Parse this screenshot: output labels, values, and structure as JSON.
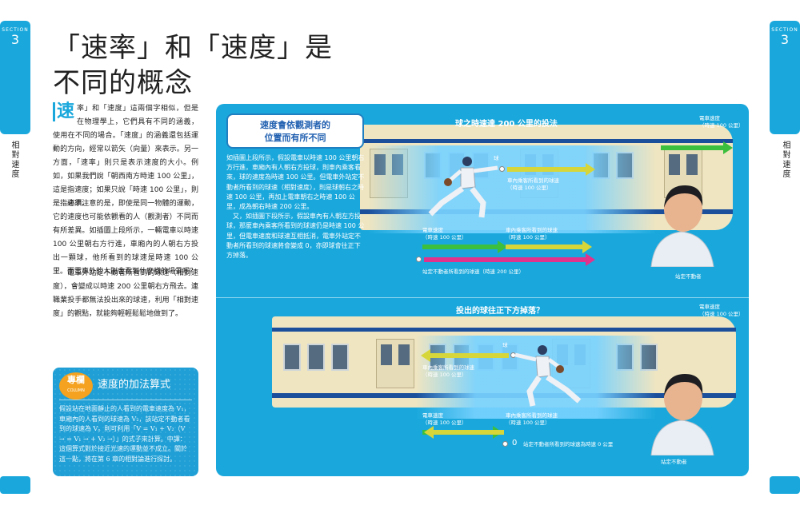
{
  "section": {
    "label": "SECTION",
    "number": "3",
    "side_label": "相對速度"
  },
  "title": {
    "line1": "「速率」和「速度」是",
    "line2": "不同的概念"
  },
  "body": {
    "dropcap": "速",
    "p1": "率」和「速度」這兩個字相似，但是在物理學上，它們具有不同的涵義，使用在不同的場合。「速度」的涵義還包括運動的方向，經常以箭矢（向量）來表示。另一方面，「速率」則只是表示速度的大小。例如，如果我們說「朝西南方時速 100 公里」，這是指速度；如果只說「時速 100 公里」，則是指速率。",
    "p2": "必須注意的是，即使是同一物體的運動，它的速度也可能依觀看的人（觀測者）不同而有所差異。如插圖上段所示，一輛電車以時速 100 公里朝右方行進，車廂內的人朝右方投出一顆球，他所看到的球速是時速 100 公里。而電車外的人則會看到什麼樣的場景呢？",
    "p3": "電車外站定不動者所看到的球速（相對速度），會變成以時速 200 公里朝右方飛去。連職業投手都無法投出來的球速，利用「相對速度」的觀點，就能夠輕輕鬆鬆地做到了。"
  },
  "column": {
    "badge": "專欄",
    "badge_sub": "COLUMN",
    "title": "速度的加法算式",
    "text": "假設站在地面靜止的人看到的電車速度為 V₁，車廂內的人看到的球速為 V₂，該站定不動者看到的球速為 V。則可利用「V = V₁ + V₂（V → = V₁ → + V₂ →）」的式子來計算。中譯：這個算式對於接近光速的運動並不成立。關於這一點，將在第 6 章的相對論進行探討。"
  },
  "figure": {
    "callout": "速度會依觀測者的\n位置而有所不同",
    "desc": "如插圖上段所示，假設電車以時速 100 公里朝右方行進，車廂內有人朝右方投球，則車內乘客看來，球的速度為時速 100 公里。但電車外站定不動者所看到的球速（相對速度），則是球朝右之時速 100 公里，再加上電車朝右之時速 100 公里，成為朝右時速 200 公里。\n　又，如插圖下段所示，假設車內有人朝左方投球，那麼車內乘客所看到的球速仍是時速 100 公里，但電車速度和球速互相抵消，電車外站定不動者所看到的球速將會變成 0，亦即球會往正下方掉落。",
    "top": {
      "title": "球之時速達 200 公里的投法",
      "ball": "球",
      "train_speed": "電車速度\n（時速 100 公里）",
      "train_speed2": "電車速度\n（時速 100 公里）",
      "passenger_view": "車內乘客所看到的球速\n（時速 100 公里）",
      "passenger_view2": "車內乘客所看到的球速\n（時速 100 公里）",
      "observer_view": "站定不動者所看到的球速（時速 200 公里）",
      "observer": "站定不動者"
    },
    "bottom": {
      "title": "投出的球往正下方掉落？",
      "ball": "球",
      "train_speed": "電車速度\n（時速 100 公里）",
      "train_speed2": "電車速度\n（時速 100 公里）",
      "passenger_view": "車內乘客所看到的球速\n（時速 100 公里）",
      "passenger_view2": "車內乘客所看到的球速\n（時速 100 公里）",
      "zero": "0",
      "observer_view": "站定不動者所看到的球速為時速 0 公里",
      "observer": "站定不動者"
    }
  },
  "colors": {
    "accent": "#1aa8dc",
    "green": "#3cbf3c",
    "yellow": "#d6d63a",
    "magenta": "#e0338c"
  }
}
